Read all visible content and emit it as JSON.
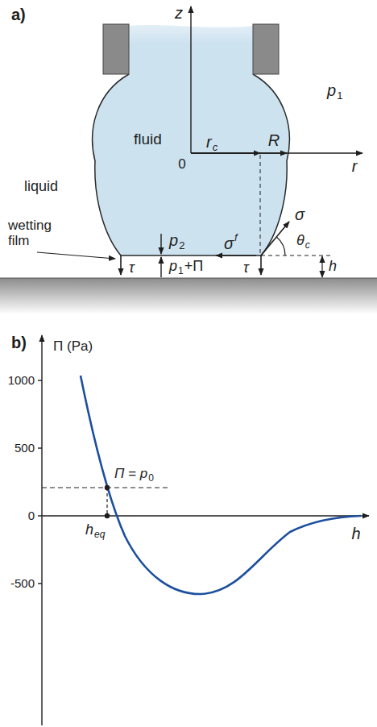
{
  "diagram": {
    "nodes": [
      {
        "text": [
          "fluid"
        ]
      }
    ],
    "labels": [
      "a)",
      "z",
      "liquid",
      "0",
      "r",
      "c",
      "R",
      "r",
      "p",
      "1",
      "σ",
      "θ",
      "c",
      "wetting film",
      "p",
      "2",
      "σ",
      "f",
      "p",
      "1",
      "+Π",
      "τ",
      "τ",
      "h",
      "b)",
      "Π (Pa)",
      "1000",
      "500",
      "0",
      "-500",
      "Π = p",
      "0",
      "h",
      "eq",
      "h"
    ]
  }
}
